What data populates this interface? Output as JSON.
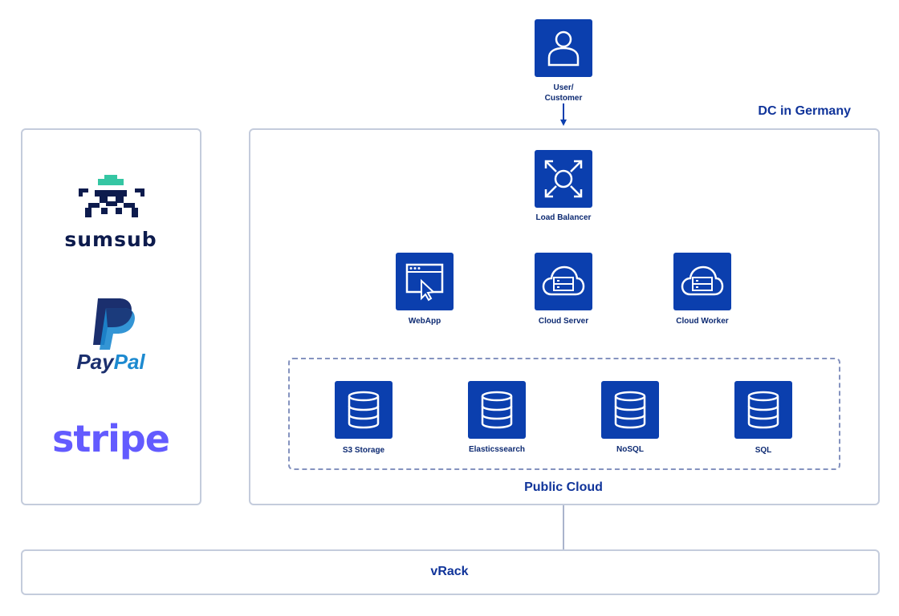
{
  "region_title": "DC in Germany",
  "cloud_title": "Public Cloud",
  "network_title": "vRack",
  "providers": {
    "sumsub": "sumsub",
    "paypal_pay": "Pay",
    "paypal_pal": "Pal",
    "stripe": "stripe"
  },
  "nodes": {
    "user": "User/ Customer",
    "load_balancer": "Load Balancer",
    "webapp": "WebApp",
    "cloud_server": "Cloud Server",
    "cloud_worker": "Cloud Worker",
    "s3": "S3 Storage",
    "elasticsearch": "Elasticssearch",
    "nosql": "NoSQL",
    "sql": "SQL"
  },
  "colors": {
    "node_fill": "#0b3fae",
    "title_text": "#10349a",
    "panel_border": "#c4ccdc",
    "paypal_dark": "#1b2f6e",
    "paypal_light": "#1d8ad0",
    "stripe": "#635bff",
    "sumsub_teal": "#35c6a3"
  }
}
